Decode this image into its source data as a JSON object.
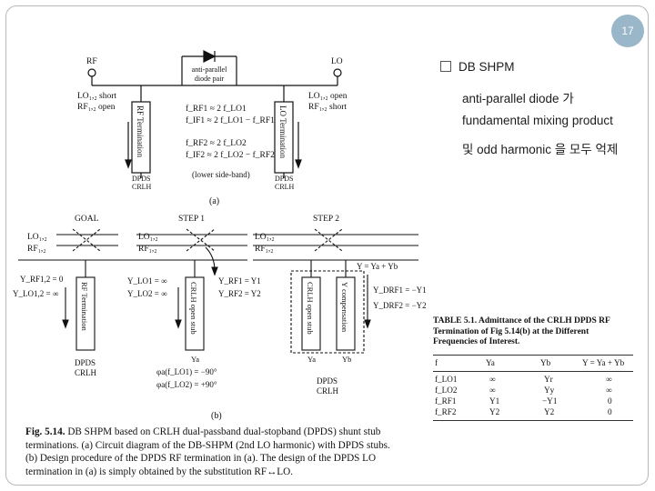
{
  "page_number": "17",
  "bullets": {
    "item1": "DB SHPM",
    "line2": "anti-parallel diode 가",
    "line3": "fundamental mixing product",
    "line4": "및 odd harmonic 을 모두 억제"
  },
  "figure_a": {
    "rf_label": "RF",
    "lo_label": "LO",
    "diode_label_1": "anti-parallel",
    "diode_label_2": "diode pair",
    "left_short": "LO₁,₂ short",
    "left_open": "RF₁,₂ open",
    "right_open": "LO₁,₂ open",
    "right_short": "RF₁,₂ short",
    "rf_termination": "RF Termination",
    "lo_termination": "LO Termination",
    "freq1": "f_RF1 ≈ 2 f_LO1",
    "freq2": "f_IF1 ≈ 2 f_LO1 − f_RF1",
    "freq3": "f_RF2 ≈ 2 f_LO2",
    "freq4": "f_IF2 ≈ 2 f_LO2 − f_RF2",
    "lower_sideband": "(lower side-band)",
    "dpds_left": "DPDS",
    "crlh_left": "CRLH",
    "dpds_right": "DPDS",
    "crlh_right": "CRLH",
    "caption_a": "(a)"
  },
  "figure_b": {
    "goal": "GOAL",
    "step1": "STEP 1",
    "step2": "STEP 2",
    "lo12_a": "LO₁,₂",
    "rf12_a": "RF₁,₂",
    "lo12_b": "LO₁,₂",
    "rf12_b": "RF₁,₂",
    "lo12_c": "LO₁,₂",
    "rf12_c": "RF₁,₂",
    "yrf12": "Y_RF1,2 = 0",
    "ylo12": "Y_LO1,2 = ∞",
    "ylo1": "Y_LO1 = ∞",
    "ylo2": "Y_LO2 = ∞",
    "yrf1": "Y_RF1 = Y1",
    "yrf2": "Y_RF2 = Y2",
    "rf_term": "RF Termination",
    "crlh_open_1": "CRLH open stub",
    "crlh_open_2": "CRLH open stub",
    "y_comp": "Y compensation",
    "ya": "Ya",
    "yb": "Yb",
    "ya_step1": "Ya",
    "y_eq": "Y = Ya + Yb",
    "ydrf1": "Y_DRF1 = −Y1",
    "ydrf2": "Y_DRF2 = −Y2",
    "phi1": "φa(f_LO1) = −90°",
    "phi2": "φa(f_LO2) = +90°",
    "dpds_goal": "DPDS",
    "crlh_goal": "CRLH",
    "dpds_step2": "DPDS",
    "crlh_step2": "CRLH",
    "caption_b": "(b)"
  },
  "table": {
    "title_1": "TABLE 5.1.  Admittance of the CRLH DPDS RF",
    "title_2": "Termination of Fig 5.14(b) at the Different",
    "title_3": "Frequencies of Interest.",
    "headers": [
      "f",
      "Ya",
      "Yb",
      "Y = Ya + Yb"
    ],
    "rows": [
      [
        "f_LO1",
        "∞",
        "Yr",
        "∞"
      ],
      [
        "f_LO2",
        "∞",
        "Yy",
        "∞"
      ],
      [
        "f_RF1",
        "Y1",
        "−Y1",
        "0"
      ],
      [
        "f_RF2",
        "Y2",
        "Y2",
        "0"
      ]
    ]
  },
  "caption": {
    "fig_label": "Fig. 5.14.",
    "line1": "DB SHPM based on CRLH dual-passband dual-stopband (DPDS) shunt stub",
    "line2": "terminations. (a) Circuit diagram of the DB-SHPM (2nd LO harmonic) with DPDS stubs.",
    "line3": "(b) Design procedure of the DPDS RF termination in (a). The design of the DPDS LO",
    "line4": "termination in (a) is simply obtained by the substitution RF↔LO."
  }
}
